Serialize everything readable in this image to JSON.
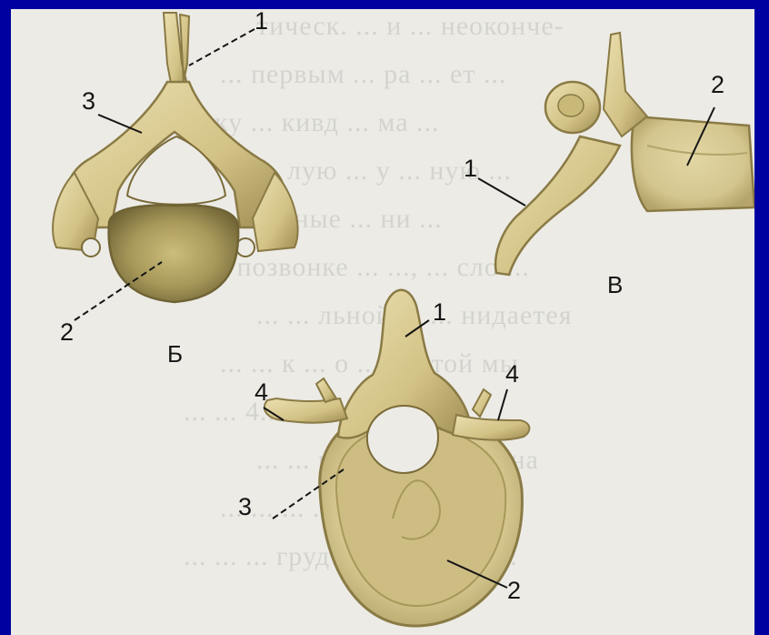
{
  "figure": {
    "frame_color": "#0000a0",
    "bone_color": "#d6c88a",
    "bone_shadow_color": "#8a7a45",
    "body_texture_color": "#6f6335"
  },
  "background_text": [
    "тическ. ... и ... неоконче-",
    "... первым ... ра ... ет ...",
    "... ку ... кивд ... ма ...",
    "... лую ... у ... ную ...",
    "... ченные ... ни ...",
    "... о позвонке ... ..., ... сло ...",
    "... ... льной ... ... нидаетея",
    "... ... к ... о ... ... этой мы",
    "... ... 4... ... ... ... б суд-",
    "... ... р ... ... ... ... ... ина",
    "... ... ... ... ... ... держ-",
    "... ... ... груд ... ... ... щийся."
  ],
  "views": {
    "B": {
      "letter": "Б",
      "labels": {
        "spinous_process": "1",
        "body": "2",
        "arch": "3"
      }
    },
    "V": {
      "letter": "В",
      "labels": {
        "spinous_process": "1",
        "body": "2"
      }
    },
    "bottom": {
      "labels": {
        "spinous_process": "1",
        "body": "2",
        "arch": "3",
        "transverse_left": "4",
        "transverse_right": "4"
      }
    }
  }
}
